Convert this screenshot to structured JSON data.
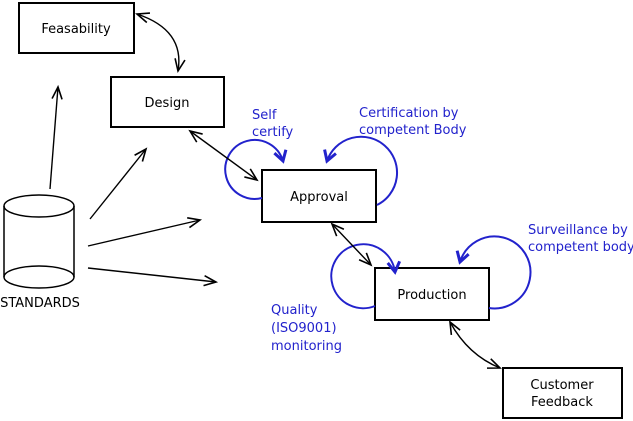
{
  "diagram": {
    "nodes": {
      "feasability": "Feasability",
      "design": "Design",
      "approval": "Approval",
      "production": "Production",
      "customer_feedback": [
        "Customer",
        "Feedback"
      ],
      "standards": "STANDARDS"
    },
    "annotations": {
      "self_certify": [
        "Self",
        "certify"
      ],
      "certification": [
        "Certification by",
        "competent Body"
      ],
      "surveillance": [
        "Surveillance by",
        "competent body"
      ],
      "quality": [
        "Quality",
        "(ISO9001)",
        "monitoring"
      ]
    },
    "edges": [
      {
        "from": "standards",
        "to": "feasability",
        "type": "arrow"
      },
      {
        "from": "standards",
        "to": "design",
        "type": "arrow"
      },
      {
        "from": "standards",
        "to": "approval",
        "type": "arrow"
      },
      {
        "from": "standards",
        "to": "production",
        "type": "arrow"
      },
      {
        "from": "feasability",
        "to": "design",
        "type": "double-arrow"
      },
      {
        "from": "design",
        "to": "approval",
        "type": "double-arrow"
      },
      {
        "from": "approval",
        "to": "production",
        "type": "double-arrow"
      },
      {
        "from": "production",
        "to": "customer_feedback",
        "type": "double-arrow"
      },
      {
        "from": "approval",
        "to": "approval",
        "type": "self-loop",
        "label": "Self certify"
      },
      {
        "from": "approval",
        "to": "approval",
        "type": "self-loop",
        "label": "Certification by competent Body"
      },
      {
        "from": "production",
        "to": "production",
        "type": "self-loop",
        "label": "Quality (ISO9001) monitoring"
      },
      {
        "from": "production",
        "to": "production",
        "type": "self-loop",
        "label": "Surveillance by competent body"
      }
    ],
    "colors": {
      "annotation_blue": "#2222cc",
      "line_black": "#000000",
      "background": "#ffffff",
      "node_fill": "#ffffff"
    }
  }
}
